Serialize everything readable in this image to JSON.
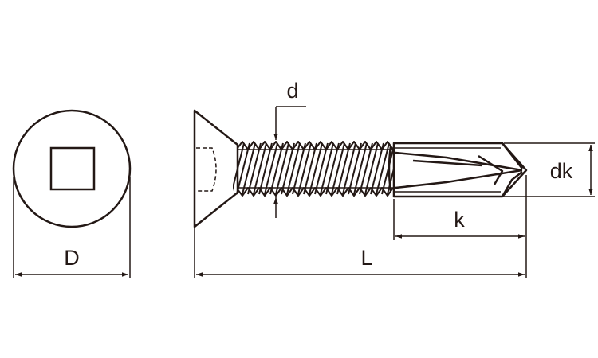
{
  "labels": {
    "head_diameter": "D",
    "length": "L",
    "thread_diameter": "d",
    "drill_length": "k",
    "drill_diameter": "dk"
  }
}
